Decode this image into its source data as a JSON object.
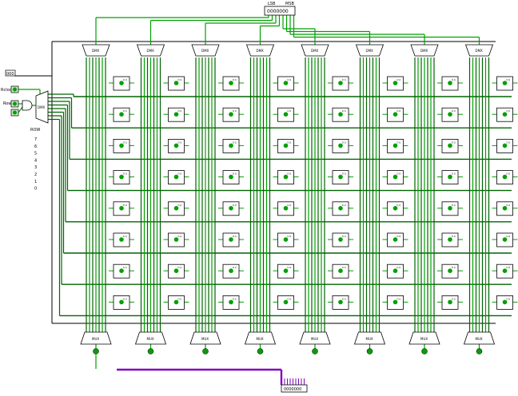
{
  "circuit": {
    "top_pins": {
      "lsb_label": "LSB",
      "msb_label": "MSB",
      "bits": "0000000"
    },
    "bottom_pins": {
      "bits": "0000000"
    },
    "demux_label": "DMX",
    "mux_label": "MUX",
    "left_pins": [
      {
        "id": "pin-top",
        "value": "000",
        "label": ""
      },
      {
        "id": "pin-rclock",
        "value": "0",
        "label": "Rclock"
      },
      {
        "id": "pin-row",
        "value": "0",
        "label": "Row"
      },
      {
        "id": "pin-small",
        "value": "0",
        "label": ""
      }
    ],
    "row_select_demux_label": "DMX",
    "row_label": "ROW",
    "row_values": [
      "7",
      "6",
      "5",
      "4",
      "3",
      "2",
      "1",
      "0"
    ],
    "register_label": "D Q",
    "columns": 8,
    "rows": 8,
    "colors": {
      "wire_active": "#00a000",
      "wire_dark": "#006400",
      "wire_bus": "#000000",
      "bus_output": "#8000c0",
      "component_fill": "#ffffff",
      "component_stroke": "#000000",
      "pin_fill": "#c8e6c8"
    }
  }
}
